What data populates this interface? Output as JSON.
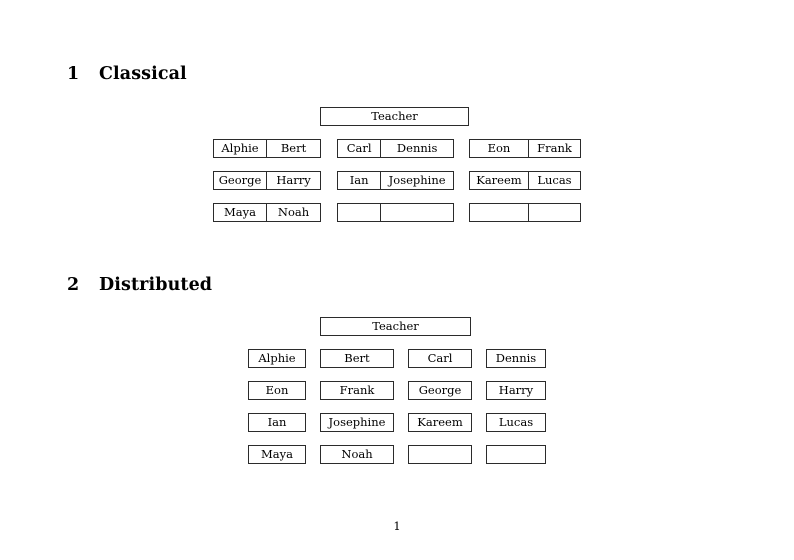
{
  "document": {
    "page_number": "1"
  },
  "sections": [
    {
      "number": "1",
      "title": "Classical",
      "diagram": {
        "teacher_label": "Teacher",
        "rows": [
          {
            "groups": [
              {
                "cells": [
                  "Alphie",
                  "Bert"
                ]
              },
              {
                "cells": [
                  "Carl",
                  "Dennis"
                ]
              },
              {
                "cells": [
                  "Eon",
                  "Frank"
                ]
              }
            ]
          },
          {
            "groups": [
              {
                "cells": [
                  "George",
                  "Harry"
                ]
              },
              {
                "cells": [
                  "Ian",
                  "Josephine"
                ]
              },
              {
                "cells": [
                  "Kareem",
                  "Lucas"
                ]
              }
            ]
          },
          {
            "groups": [
              {
                "cells": [
                  "Maya",
                  "Noah"
                ]
              },
              {
                "cells": [
                  "",
                  ""
                ]
              },
              {
                "cells": [
                  "",
                  ""
                ]
              }
            ]
          }
        ]
      }
    },
    {
      "number": "2",
      "title": "Distributed",
      "diagram": {
        "teacher_label": "Teacher",
        "rows": [
          {
            "cells": [
              "Alphie",
              "Bert",
              "Carl",
              "Dennis"
            ]
          },
          {
            "cells": [
              "Eon",
              "Frank",
              "George",
              "Harry"
            ]
          },
          {
            "cells": [
              "Ian",
              "Josephine",
              "Kareem",
              "Lucas"
            ]
          },
          {
            "cells": [
              "Maya",
              "Noah",
              "",
              ""
            ]
          }
        ]
      }
    }
  ],
  "colors": {
    "text": "#000000",
    "border": "#2b2b2b",
    "background": "#ffffff"
  }
}
